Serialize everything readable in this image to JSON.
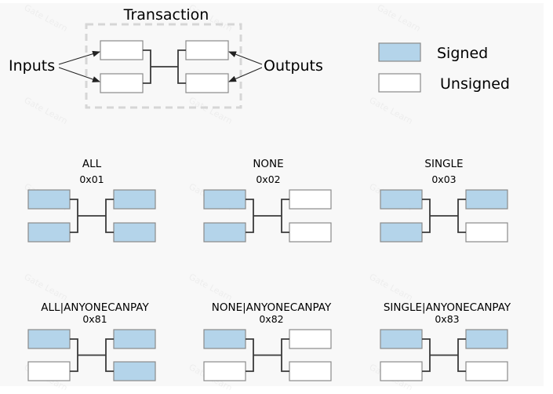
{
  "colors": {
    "signed_fill": "#b4d4ea",
    "unsigned_fill": "#ffffff",
    "box_stroke": "#8a8a8a",
    "wire": "#3a3a3a",
    "dashed": "#d6d6d6",
    "panel_bg": "#f8f8f8"
  },
  "overview": {
    "title": "Transaction",
    "inputs_label": "Inputs",
    "outputs_label": "Outputs"
  },
  "legend": {
    "signed_label": "Signed",
    "unsigned_label": "Unsigned"
  },
  "watermark": "Gate Learn",
  "sighash_types": [
    {
      "name": "ALL",
      "code": "0x01",
      "inputs_signed": [
        true,
        true
      ],
      "outputs_signed": [
        true,
        true
      ]
    },
    {
      "name": "NONE",
      "code": "0x02",
      "inputs_signed": [
        true,
        true
      ],
      "outputs_signed": [
        false,
        false
      ]
    },
    {
      "name": "SINGLE",
      "code": "0x03",
      "inputs_signed": [
        true,
        true
      ],
      "outputs_signed": [
        true,
        false
      ]
    },
    {
      "name": "ALL|ANYONECANPAY",
      "code": "0x81",
      "inputs_signed": [
        true,
        false
      ],
      "outputs_signed": [
        true,
        true
      ]
    },
    {
      "name": "NONE|ANYONECANPAY",
      "code": "0x82",
      "inputs_signed": [
        true,
        false
      ],
      "outputs_signed": [
        false,
        false
      ]
    },
    {
      "name": "SINGLE|ANYONECANPAY",
      "code": "0x83",
      "inputs_signed": [
        true,
        false
      ],
      "outputs_signed": [
        true,
        false
      ]
    }
  ]
}
